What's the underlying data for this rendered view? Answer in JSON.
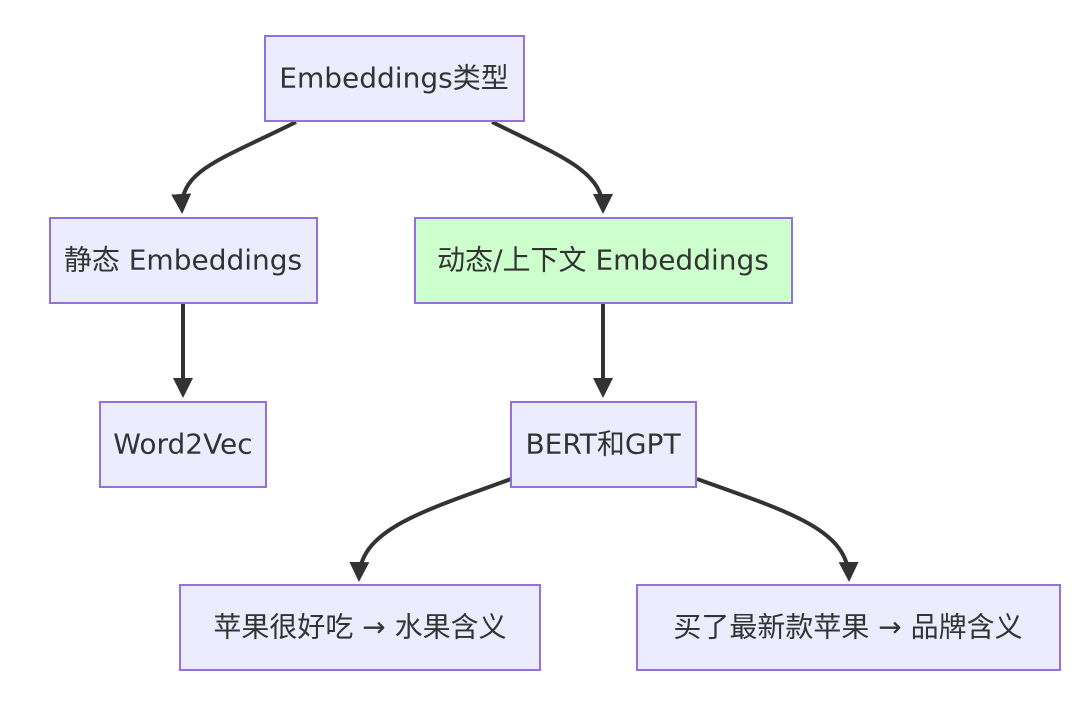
{
  "diagram": {
    "type": "flowchart",
    "colors": {
      "default_node_fill": "#ECECFF",
      "highlight_node_fill": "#CCFFCC",
      "node_border": "#9370DB",
      "edge": "#333333",
      "text": "#333333"
    },
    "nodes": {
      "root": {
        "label": "Embeddings类型"
      },
      "static": {
        "label": "静态 Embeddings"
      },
      "dynamic": {
        "label": "动态/上下文 Embeddings"
      },
      "word2vec": {
        "label": "Word2Vec"
      },
      "bert_gpt": {
        "label": "BERT和GPT"
      },
      "example_fruit": {
        "label": "苹果很好吃 → 水果含义"
      },
      "example_brand": {
        "label": "买了最新款苹果 → 品牌含义"
      }
    },
    "edges": [
      {
        "from": "root",
        "to": "static"
      },
      {
        "from": "root",
        "to": "dynamic"
      },
      {
        "from": "static",
        "to": "word2vec"
      },
      {
        "from": "dynamic",
        "to": "bert_gpt"
      },
      {
        "from": "bert_gpt",
        "to": "example_fruit"
      },
      {
        "from": "bert_gpt",
        "to": "example_brand"
      }
    ]
  }
}
